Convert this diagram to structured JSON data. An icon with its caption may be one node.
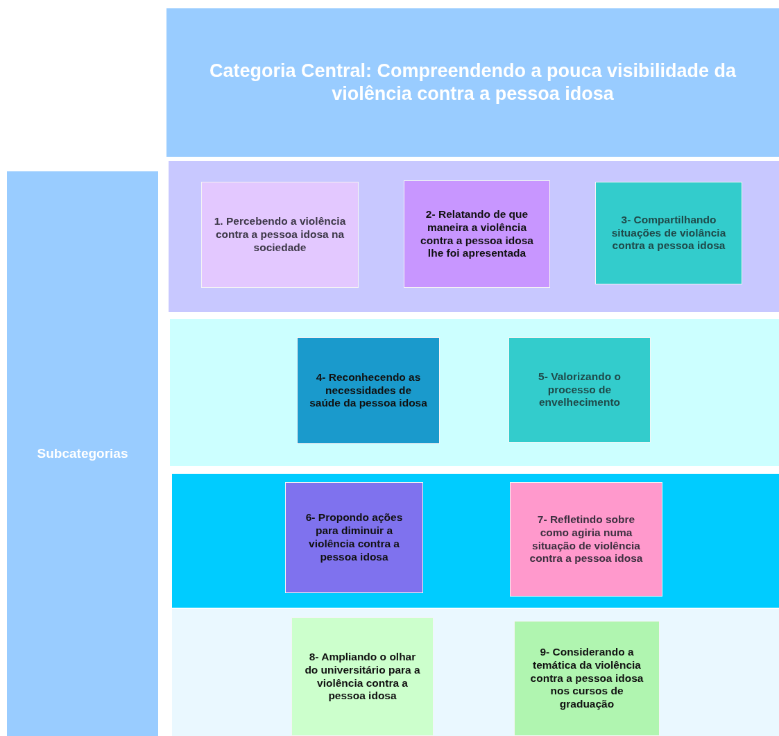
{
  "diagram": {
    "nodes": [
      {
        "text": [
          "Categoria Central: Compreendendo a pouca visibilidade da violência contra a pessoa idosa"
        ]
      },
      {
        "text": [
          "Subcategorias"
        ]
      },
      {
        "text": [],
        "shape": "box"
      },
      {
        "text": [
          "1. Percebendo a violência contra a pessoa idosa na sociedade"
        ],
        "in": 2
      },
      {
        "text": [
          "2- Relatando de que maneira a violência contra a pessoa idosa lhe foi apresentada"
        ],
        "in": 2
      },
      {
        "text": [
          "3- Compartilhando situações de violância contra a pessoa idosa"
        ],
        "in": 2
      },
      {
        "text": [],
        "shape": "box"
      },
      {
        "text": [
          "4- Reconhecendo as necessidades de saúde da pessoa idosa"
        ],
        "in": 6
      },
      {
        "text": [
          "5- Valorizando o processo de envelhecimento"
        ],
        "in": 6
      },
      {
        "text": [],
        "shape": "box"
      },
      {
        "text": [
          "6- Propondo ações para diminuir a violência contra a pessoa idosa"
        ],
        "in": 9
      },
      {
        "text": [
          "7- Refletindo sobre como agiria numa situação de violência contra a pessoa idosa"
        ],
        "in": 9
      },
      {
        "text": [],
        "shape": "box"
      },
      {
        "text": [
          "8- Ampliando o olhar do universitário para a violência contra a pessoa idosa"
        ],
        "in": 12
      },
      {
        "text": [
          "9- Considerando a temática da violência contra a pessoa idosa nos cursos de graduação"
        ],
        "in": 12
      }
    ]
  }
}
